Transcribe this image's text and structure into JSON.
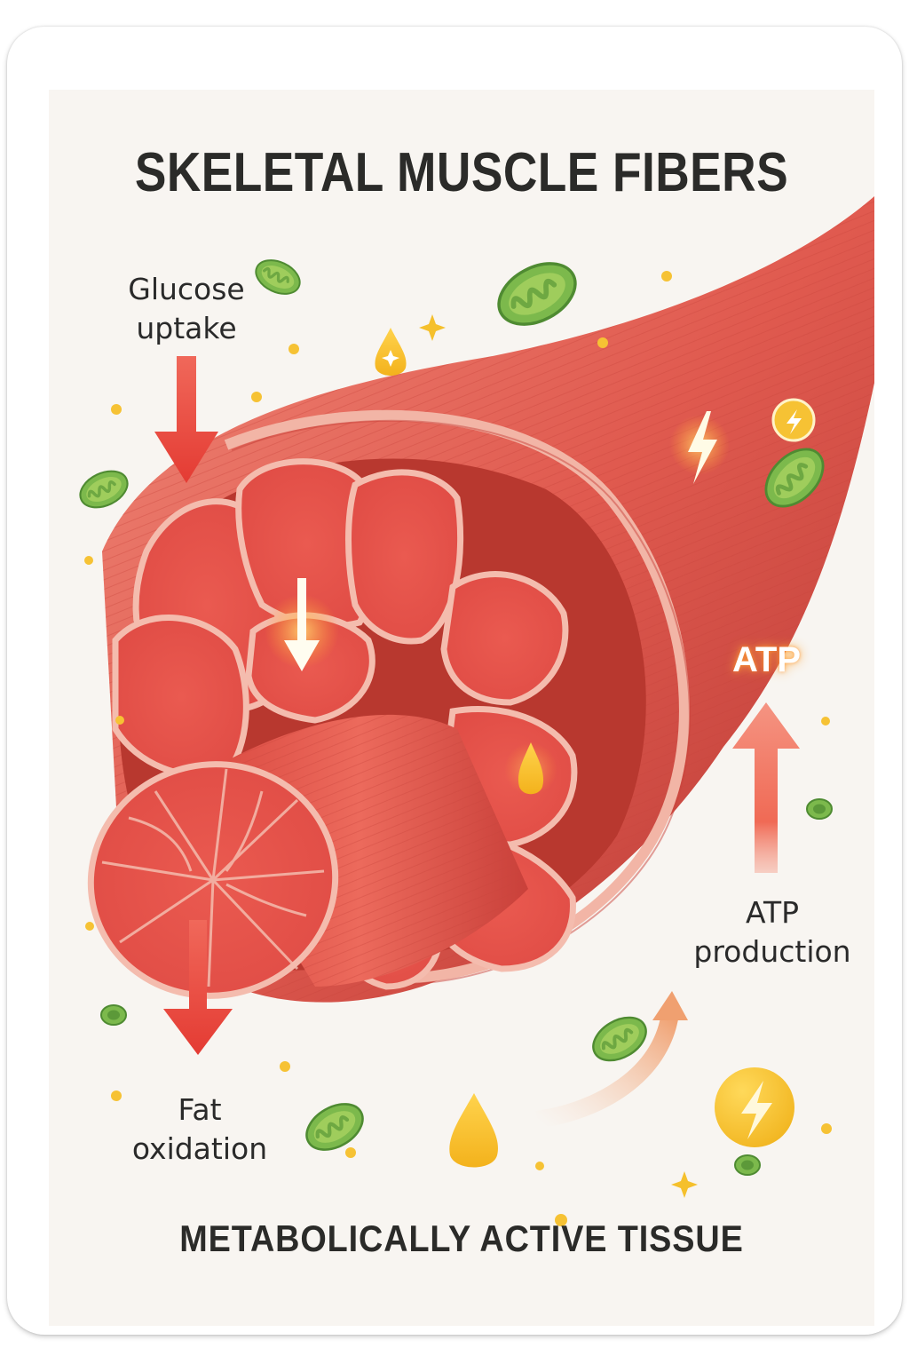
{
  "poster": {
    "title": "SKELETAL MUSCLE FIBERS",
    "subtitle": "METABOLICALLY ACTIVE TISSUE"
  },
  "labels": {
    "glucose": {
      "line1": "Glucose",
      "line2": "uptake"
    },
    "fat": {
      "line1": "Fat",
      "line2": "oxidation"
    },
    "atp_production": {
      "line1": "ATP",
      "line2": "production"
    },
    "atp_highlight": "ATP"
  },
  "colors": {
    "background": "#f8f5f1",
    "muscle": "#e2564d",
    "muscle_light": "#ef7a6c",
    "fascia": "#f2b5a6",
    "arrow_red": "#e8463c",
    "arrow_up": "#f07a63",
    "mitochondria": "#7bb84c",
    "energy_yellow": "#f6c234",
    "text_dark": "#2b2b29"
  },
  "icons": [
    "down-arrow-glucose-icon",
    "down-arrow-fat-icon",
    "up-arrow-atp-icon",
    "curved-arrow-icon",
    "mitochondrion-icon",
    "lightning-bolt-icon",
    "energy-coin-icon",
    "fat-droplet-icon",
    "sparkle-icon"
  ]
}
